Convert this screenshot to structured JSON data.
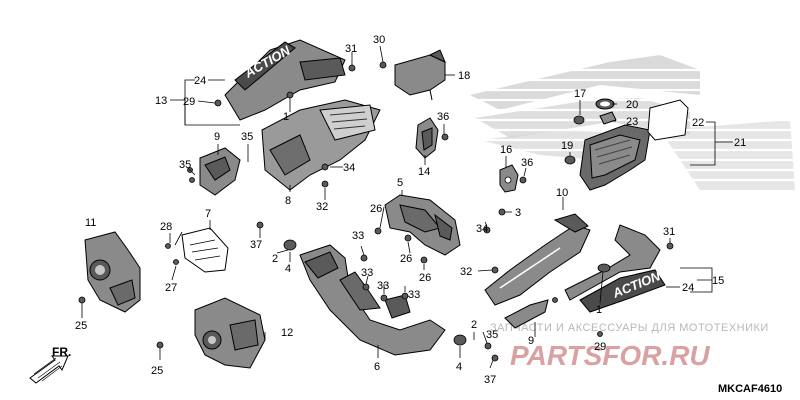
{
  "diagram": {
    "code": "MKCAF4610",
    "front_label": "FR.",
    "watermark": {
      "line1": "ЗАПЧАСТИ И АКСЕССУАРЫ ДЛЯ МОТОТЕХНИКИ",
      "line2": "PARTSFOR.RU"
    },
    "decal_text": "ACTION",
    "colors": {
      "line": "#000000",
      "part_fill": "#8a8a8a",
      "part_dark": "#5a5a5a",
      "part_light": "#c8c8c8",
      "bg_pattern": "#d6d6d6",
      "watermark_red": "#d9a1a1"
    }
  },
  "callouts": [
    {
      "id": "c24a",
      "label": "24"
    },
    {
      "id": "c13",
      "label": "13"
    },
    {
      "id": "c29a",
      "label": "29"
    },
    {
      "id": "c31a",
      "label": "31"
    },
    {
      "id": "c1a",
      "label": "1"
    },
    {
      "id": "c30",
      "label": "30"
    },
    {
      "id": "c18",
      "label": "18"
    },
    {
      "id": "c9a",
      "label": "9"
    },
    {
      "id": "c35a",
      "label": "35"
    },
    {
      "id": "c35b",
      "label": "35"
    },
    {
      "id": "c34a",
      "label": "34"
    },
    {
      "id": "c8",
      "label": "8"
    },
    {
      "id": "c32a",
      "label": "32"
    },
    {
      "id": "c36a",
      "label": "36"
    },
    {
      "id": "c14",
      "label": "14"
    },
    {
      "id": "c16",
      "label": "16"
    },
    {
      "id": "c36b",
      "label": "36"
    },
    {
      "id": "c17",
      "label": "17"
    },
    {
      "id": "c20",
      "label": "20"
    },
    {
      "id": "c23",
      "label": "23"
    },
    {
      "id": "c22",
      "label": "22"
    },
    {
      "id": "c21",
      "label": "21"
    },
    {
      "id": "c19",
      "label": "19"
    },
    {
      "id": "c10",
      "label": "10"
    },
    {
      "id": "c3",
      "label": "3"
    },
    {
      "id": "c5",
      "label": "5"
    },
    {
      "id": "c26a",
      "label": "26"
    },
    {
      "id": "c11",
      "label": "11"
    },
    {
      "id": "c7",
      "label": "7"
    },
    {
      "id": "c28",
      "label": "28"
    },
    {
      "id": "c27",
      "label": "27"
    },
    {
      "id": "c37a",
      "label": "37"
    },
    {
      "id": "c2a",
      "label": "2"
    },
    {
      "id": "c4a",
      "label": "4"
    },
    {
      "id": "c33a",
      "label": "33"
    },
    {
      "id": "c33b",
      "label": "33"
    },
    {
      "id": "c33c",
      "label": "33"
    },
    {
      "id": "c33d",
      "label": "33"
    },
    {
      "id": "c26b",
      "label": "26"
    },
    {
      "id": "c26c",
      "label": "26"
    },
    {
      "id": "c34b",
      "label": "34"
    },
    {
      "id": "c32b",
      "label": "32"
    },
    {
      "id": "c31b",
      "label": "31"
    },
    {
      "id": "c15",
      "label": "15"
    },
    {
      "id": "c24b",
      "label": "24"
    },
    {
      "id": "c1b",
      "label": "1"
    },
    {
      "id": "c25a",
      "label": "25"
    },
    {
      "id": "c12",
      "label": "12"
    },
    {
      "id": "c25b",
      "label": "25"
    },
    {
      "id": "c6",
      "label": "6"
    },
    {
      "id": "c2b",
      "label": "2"
    },
    {
      "id": "c35c",
      "label": "35"
    },
    {
      "id": "c4b",
      "label": "4"
    },
    {
      "id": "c37b",
      "label": "37"
    },
    {
      "id": "c9b",
      "label": "9"
    },
    {
      "id": "c29b",
      "label": "29"
    }
  ]
}
